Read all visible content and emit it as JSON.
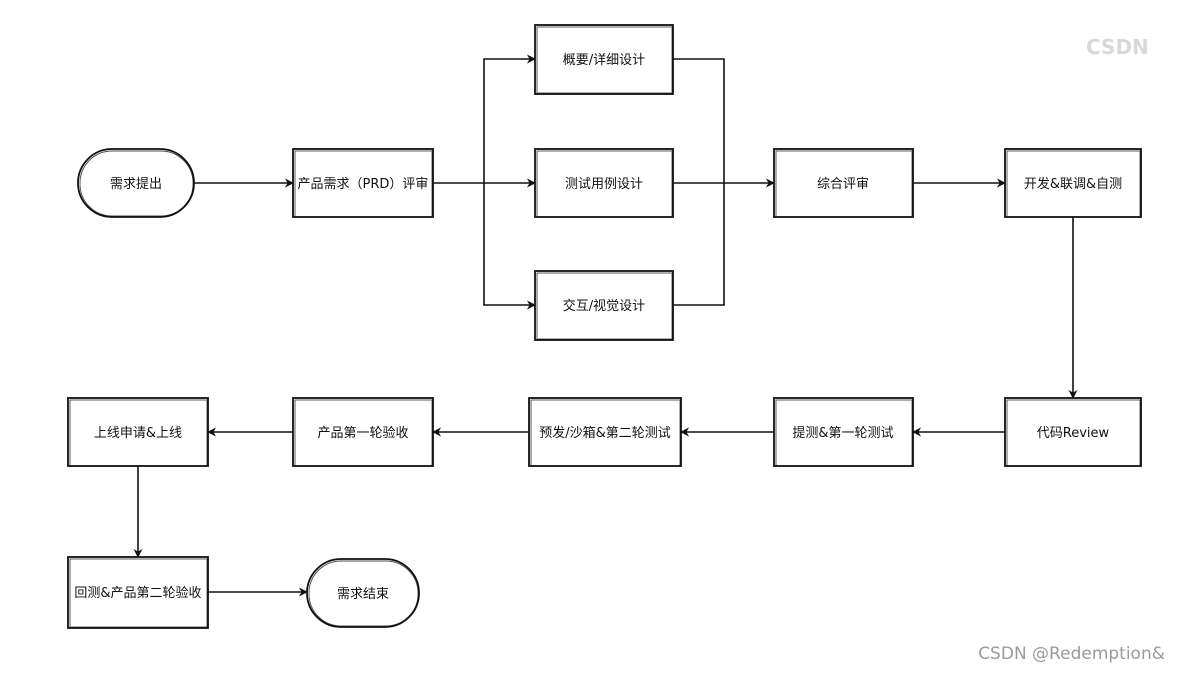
{
  "nodes": {
    "start": "需求提出",
    "prd_review": "产品需求（PRD）评审",
    "outline_design": "概要/详细设计",
    "test_case_design": "测试用例设计",
    "ux_design": "交互/视觉设计",
    "joint_review": "综合评审",
    "dev": "开发&联调&自测",
    "code_review": "代码Review",
    "submit_test": "提测&第一轮测试",
    "pre_release": "预发/沙箱&第二轮测试",
    "product_accept1": "产品第一轮验收",
    "launch": "上线申请&上线",
    "retest": "回测&产品第二轮验收",
    "end": "需求结束"
  },
  "watermarks": {
    "top_right": "CSDN",
    "bottom_right": "CSDN @Redemption&"
  }
}
